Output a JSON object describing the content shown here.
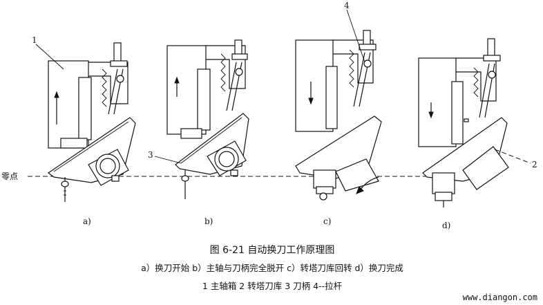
{
  "diagram": {
    "zero_point_label": "零点",
    "part_callouts": [
      "1",
      "3",
      "4",
      "2"
    ],
    "panel_labels": [
      "a)",
      "b)",
      "c)",
      "d)"
    ]
  },
  "caption": {
    "title": "图 6-21   自动换刀工作原理图",
    "sublabels": "a）换刀开始  b）主轴与刀柄完全脱开  c）转塔刀库回转  d）换刀完成",
    "legend": "1   主轴箱  2   转塔刀库  3   刀柄  4--拉杆"
  },
  "watermark": "www.diangon.com"
}
